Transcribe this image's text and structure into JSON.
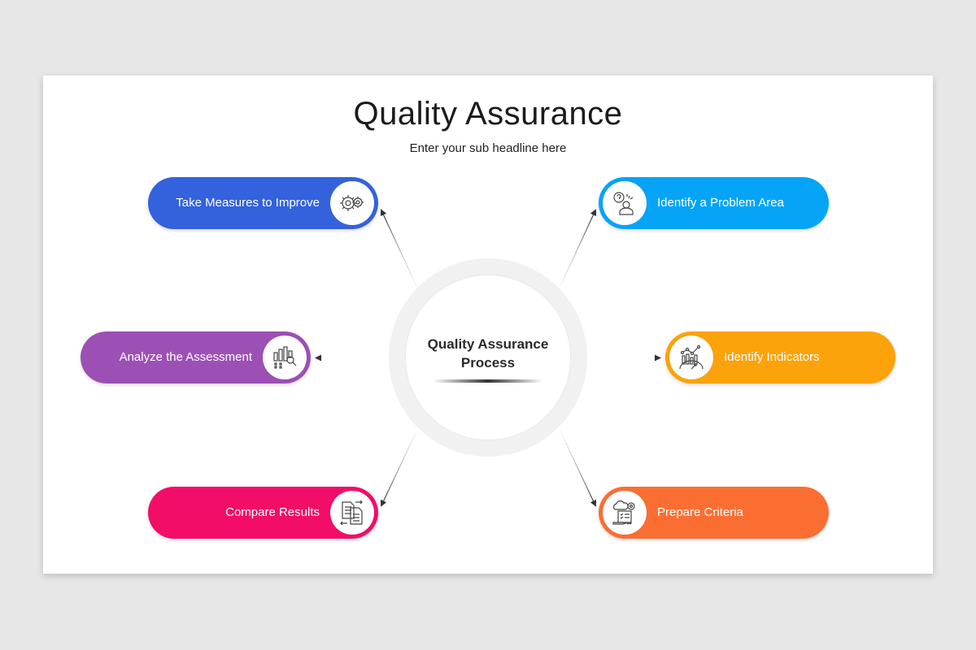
{
  "slide": {
    "title": "Quality Assurance",
    "subtitle": "Enter your sub headline here",
    "center": {
      "line1": "Quality Assurance",
      "line2": "Process"
    },
    "steps": [
      {
        "label": "Take Measures to Improve",
        "icon": "gears-icon",
        "color": "#3462dc",
        "side": "left",
        "position": "top"
      },
      {
        "label": "Identify a Problem Area",
        "icon": "person-question-icon",
        "color": "#05a4f6",
        "side": "right",
        "position": "top"
      },
      {
        "label": "Analyze the Assessment",
        "icon": "chart-magnifier-icon",
        "color": "#9c50b5",
        "side": "left",
        "position": "middle"
      },
      {
        "label": "Identify Indicators",
        "icon": "indicators-gauge-icon",
        "color": "#fca20a",
        "side": "right",
        "position": "middle"
      },
      {
        "label": "Compare Results",
        "icon": "compare-documents-icon",
        "color": "#f20d68",
        "side": "left",
        "position": "bottom"
      },
      {
        "label": "Prepare Criteria",
        "icon": "criteria-checklist-icon",
        "color": "#fb6e32",
        "side": "right",
        "position": "bottom"
      }
    ]
  }
}
